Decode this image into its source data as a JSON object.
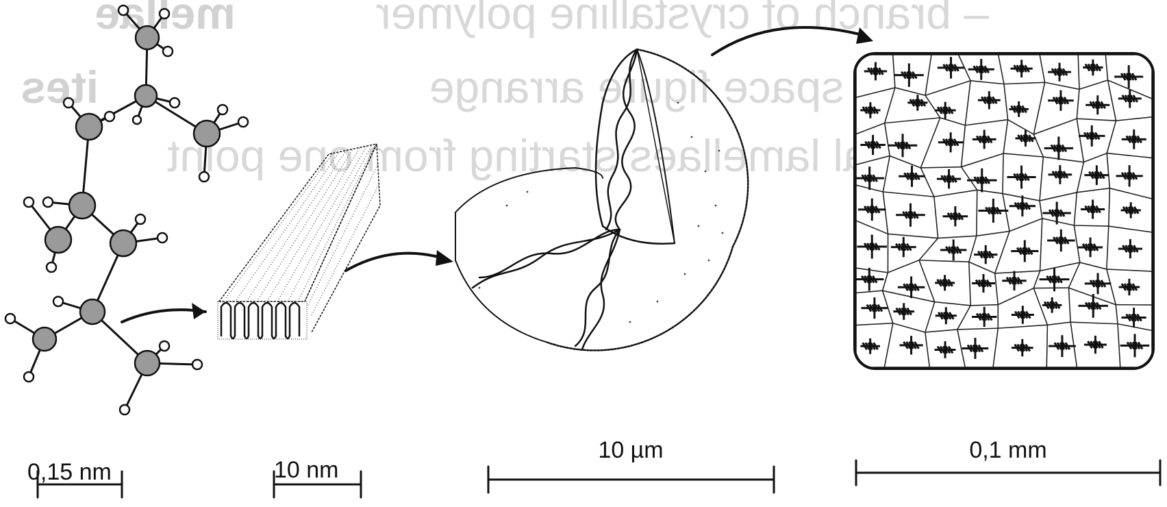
{
  "background_text": {
    "line1_bold": "mellae",
    "line1_rest": " – branch of crystalline polymer",
    "line2_bold": "ites",
    "line2_rest": " – plane or space figure arrange",
    "line3": "rystal lamellaes starting from one point"
  },
  "scale_bars": {
    "molecule": "0,15 nm",
    "lamella": "10 nm",
    "spherulite": "10 µm",
    "polycrystal": "0,1 mm"
  }
}
